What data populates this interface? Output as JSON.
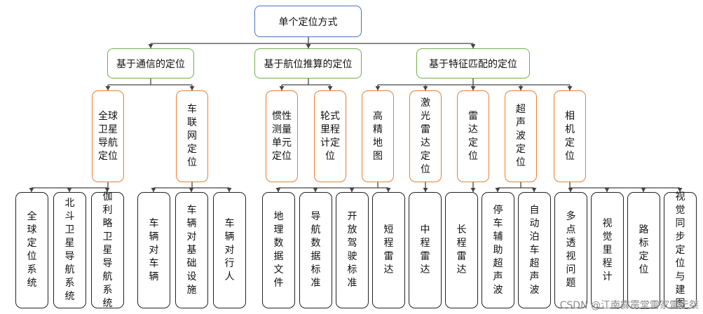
{
  "root": "单个定位方式",
  "level1": [
    "基于通信的定位",
    "基于航位推算的定位",
    "基于特征匹配的定位"
  ],
  "level2": [
    "全球卫星导航定位",
    "车联网定位",
    "惯性测量单元定位",
    "轮式里程计定位",
    "高精地图",
    "激光雷达定位",
    "雷达定位",
    "超声波定位",
    "相机定位"
  ],
  "level3": [
    "全球定位系统",
    "北斗卫星导航系统",
    "伽利略卫星导航系统",
    "车辆对车辆",
    "车辆对基础设施",
    "车辆对行人",
    "地理数据文件",
    "导航数据标准",
    "开放驾驶标准",
    "短程雷达",
    "中程雷达",
    "长程雷达",
    "停车辅助超声波",
    "自动泊车超声波",
    "多点透视问题",
    "视觉里程计",
    "路标定位",
    "视觉同步定位与建图"
  ],
  "watermark": "CSDN @江南霹雳堂雷家雷无桀",
  "colors": {
    "root_border": "#4a72b8",
    "level1_border": "#70ad47",
    "level2_border": "#ed7d31",
    "level3_border": "#222222",
    "connector": "#444444"
  }
}
